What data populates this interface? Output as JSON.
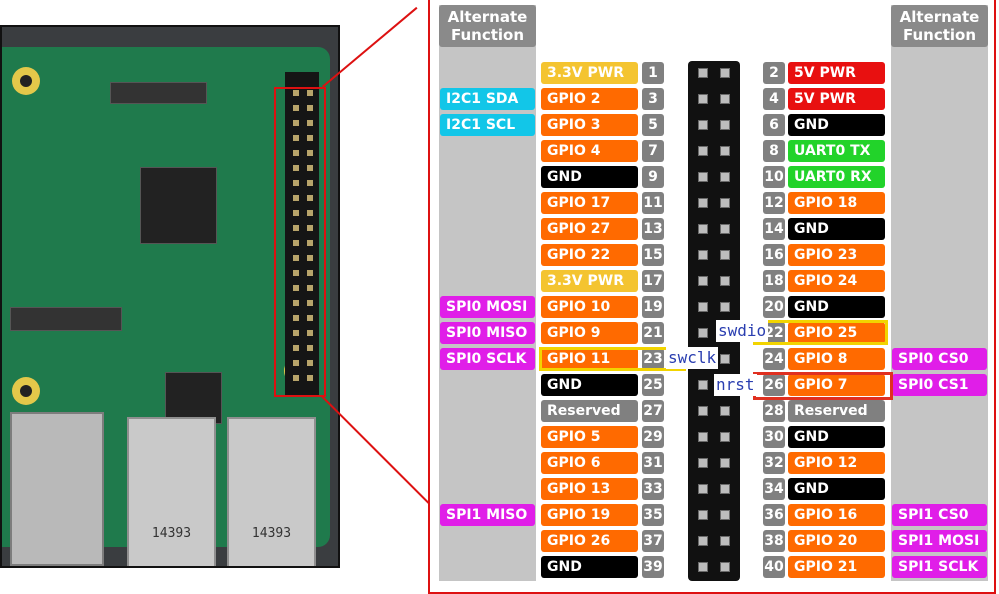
{
  "alt_header": "Alternate Function",
  "colors": {
    "power33": "#f4c430",
    "power5": "#e81010",
    "ground": "#000000",
    "gpio": "#ff6a00",
    "uart": "#22d32a",
    "i2c": "#12c6e8",
    "spi": "#e01ee8",
    "reserved": "#808080",
    "annotation": "#2a3eb0",
    "highlight": "#f2d400"
  },
  "photo": {
    "usb_label_left": "14393",
    "usb_label_right": "14393"
  },
  "pins_left": [
    {
      "num": "1",
      "label": "3.3V PWR",
      "type": "power33",
      "alt": ""
    },
    {
      "num": "3",
      "label": "GPIO 2",
      "type": "gpio",
      "alt": "I2C1 SDA",
      "alt_type": "i2c"
    },
    {
      "num": "5",
      "label": "GPIO 3",
      "type": "gpio",
      "alt": "I2C1 SCL",
      "alt_type": "i2c"
    },
    {
      "num": "7",
      "label": "GPIO 4",
      "type": "gpio",
      "alt": ""
    },
    {
      "num": "9",
      "label": "GND",
      "type": "ground",
      "alt": ""
    },
    {
      "num": "11",
      "label": "GPIO 17",
      "type": "gpio",
      "alt": ""
    },
    {
      "num": "13",
      "label": "GPIO 27",
      "type": "gpio",
      "alt": ""
    },
    {
      "num": "15",
      "label": "GPIO 22",
      "type": "gpio",
      "alt": ""
    },
    {
      "num": "17",
      "label": "3.3V PWR",
      "type": "power33",
      "alt": ""
    },
    {
      "num": "19",
      "label": "GPIO 10",
      "type": "gpio",
      "alt": "SPI0 MOSI",
      "alt_type": "spi"
    },
    {
      "num": "21",
      "label": "GPIO 9",
      "type": "gpio",
      "alt": "SPI0 MISO",
      "alt_type": "spi"
    },
    {
      "num": "23",
      "label": "GPIO 11",
      "type": "gpio",
      "alt": "SPI0 SCLK",
      "alt_type": "spi"
    },
    {
      "num": "25",
      "label": "GND",
      "type": "ground",
      "alt": ""
    },
    {
      "num": "27",
      "label": "Reserved",
      "type": "reserved",
      "alt": ""
    },
    {
      "num": "29",
      "label": "GPIO 5",
      "type": "gpio",
      "alt": ""
    },
    {
      "num": "31",
      "label": "GPIO 6",
      "type": "gpio",
      "alt": ""
    },
    {
      "num": "33",
      "label": "GPIO 13",
      "type": "gpio",
      "alt": ""
    },
    {
      "num": "35",
      "label": "GPIO 19",
      "type": "gpio",
      "alt": "SPI1 MISO",
      "alt_type": "spi"
    },
    {
      "num": "37",
      "label": "GPIO 26",
      "type": "gpio",
      "alt": ""
    },
    {
      "num": "39",
      "label": "GND",
      "type": "ground",
      "alt": ""
    }
  ],
  "pins_right": [
    {
      "num": "2",
      "label": "5V PWR",
      "type": "power5",
      "alt": ""
    },
    {
      "num": "4",
      "label": "5V PWR",
      "type": "power5",
      "alt": ""
    },
    {
      "num": "6",
      "label": "GND",
      "type": "ground",
      "alt": ""
    },
    {
      "num": "8",
      "label": "UART0 TX",
      "type": "uart",
      "alt": ""
    },
    {
      "num": "10",
      "label": "UART0 RX",
      "type": "uart",
      "alt": ""
    },
    {
      "num": "12",
      "label": "GPIO 18",
      "type": "gpio",
      "alt": ""
    },
    {
      "num": "14",
      "label": "GND",
      "type": "ground",
      "alt": ""
    },
    {
      "num": "16",
      "label": "GPIO 23",
      "type": "gpio",
      "alt": ""
    },
    {
      "num": "18",
      "label": "GPIO 24",
      "type": "gpio",
      "alt": ""
    },
    {
      "num": "20",
      "label": "GND",
      "type": "ground",
      "alt": ""
    },
    {
      "num": "22",
      "label": "GPIO 25",
      "type": "gpio",
      "alt": ""
    },
    {
      "num": "24",
      "label": "GPIO 8",
      "type": "gpio",
      "alt": "SPI0 CS0",
      "alt_type": "spi"
    },
    {
      "num": "26",
      "label": "GPIO 7",
      "type": "gpio",
      "alt": "SPI0 CS1",
      "alt_type": "spi"
    },
    {
      "num": "28",
      "label": "Reserved",
      "type": "reserved",
      "alt": ""
    },
    {
      "num": "30",
      "label": "GND",
      "type": "ground",
      "alt": ""
    },
    {
      "num": "32",
      "label": "GPIO 12",
      "type": "gpio",
      "alt": ""
    },
    {
      "num": "34",
      "label": "GND",
      "type": "ground",
      "alt": ""
    },
    {
      "num": "36",
      "label": "GPIO 16",
      "type": "gpio",
      "alt": "SPI1 CS0",
      "alt_type": "spi"
    },
    {
      "num": "38",
      "label": "GPIO 20",
      "type": "gpio",
      "alt": "SPI1 MOSI",
      "alt_type": "spi"
    },
    {
      "num": "40",
      "label": "GPIO 21",
      "type": "gpio",
      "alt": "SPI1 SCLK",
      "alt_type": "spi"
    }
  ],
  "annotations": {
    "swdio": "swdio",
    "swclk": "swclk",
    "nrst": "nrst"
  }
}
